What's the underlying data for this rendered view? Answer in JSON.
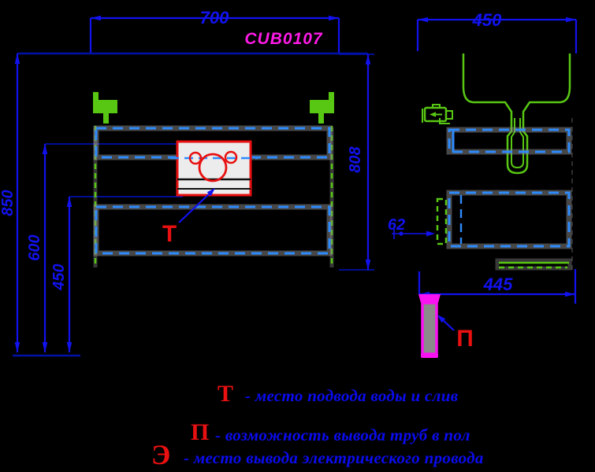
{
  "model_label": "CUB0107",
  "front_view": {
    "dim_width": "700",
    "dim_height_total": "850",
    "dim_height_mid": "600",
    "dim_height_low": "450",
    "dim_cabinet_height": "808",
    "marker_water": "Т"
  },
  "side_view": {
    "dim_depth_top": "450",
    "dim_gap": "62",
    "dim_depth_bottom": "445",
    "marker_pipes": "П"
  },
  "legend": {
    "items": [
      {
        "symbol": "Т",
        "text": "- место подвода воды и слив"
      },
      {
        "symbol": "П",
        "text": "- возможность вывода труб в пол"
      },
      {
        "symbol": "Э",
        "text": "- место вывода электрического провода"
      }
    ]
  },
  "colors": {
    "background": "#000000",
    "dim-blue": "#1212ef",
    "navy": "#0011a8",
    "dash-blue": "#2e8bfd",
    "green": "#58c713",
    "magenta": "#fb12f3",
    "model-magenta": "#ff1ae8",
    "red": "#e81010",
    "legend-blue": "#0b0cf0",
    "box-fill": "#ececec",
    "halo-gray": "#8d8d8d",
    "pipe-gray": "#8a8a8a"
  }
}
